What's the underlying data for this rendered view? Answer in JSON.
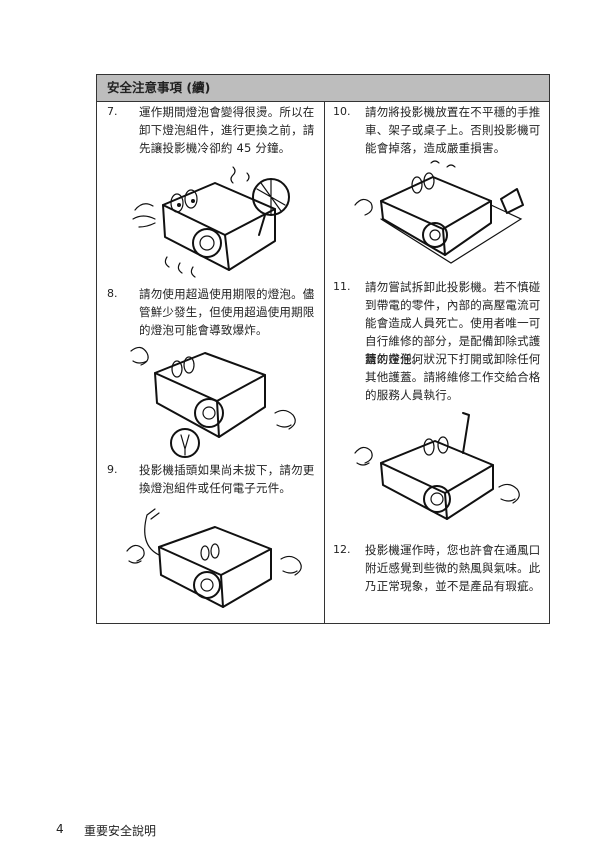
{
  "section": {
    "title": "安全注意事項 (續)"
  },
  "items": [
    {
      "num": "7.",
      "text": "運作期間燈泡會變得很燙。所以在卸下燈泡組件，進行更換之前，請先讓投影機冷卻約 45 分鐘。"
    },
    {
      "num": "8.",
      "text": "請勿使用超過使用期限的燈泡。儘管鮮少發生，但使用超過使用期限的燈泡可能會導致爆炸。"
    },
    {
      "num": "9.",
      "text": "投影機插頭如果尚未拔下，請勿更換燈泡組件或任何電子元件。"
    },
    {
      "num": "10.",
      "text": "請勿將投影機放置在不平穩的手推車、架子或桌子上。否則投影機可能會掉落，造成嚴重損害。"
    },
    {
      "num": "11.",
      "text": "請勿嘗試拆卸此投影機。若不慎碰到帶電的零件，內部的高壓電流可能會造成人員死亡。使用者唯一可自行維修的部分，是配備卸除式護蓋的燈泡。",
      "text2": "請勿在任何狀況下打開或卸除任何其他護蓋。請將維修工作交給合格的服務人員執行。"
    },
    {
      "num": "12.",
      "text": "投影機運作時，您也許會在通風口附近感覺到些微的熱風與氣味。此乃正常現象，並不是產品有瑕疵。"
    }
  ],
  "footer": {
    "page": "4",
    "title": "重要安全說明"
  }
}
